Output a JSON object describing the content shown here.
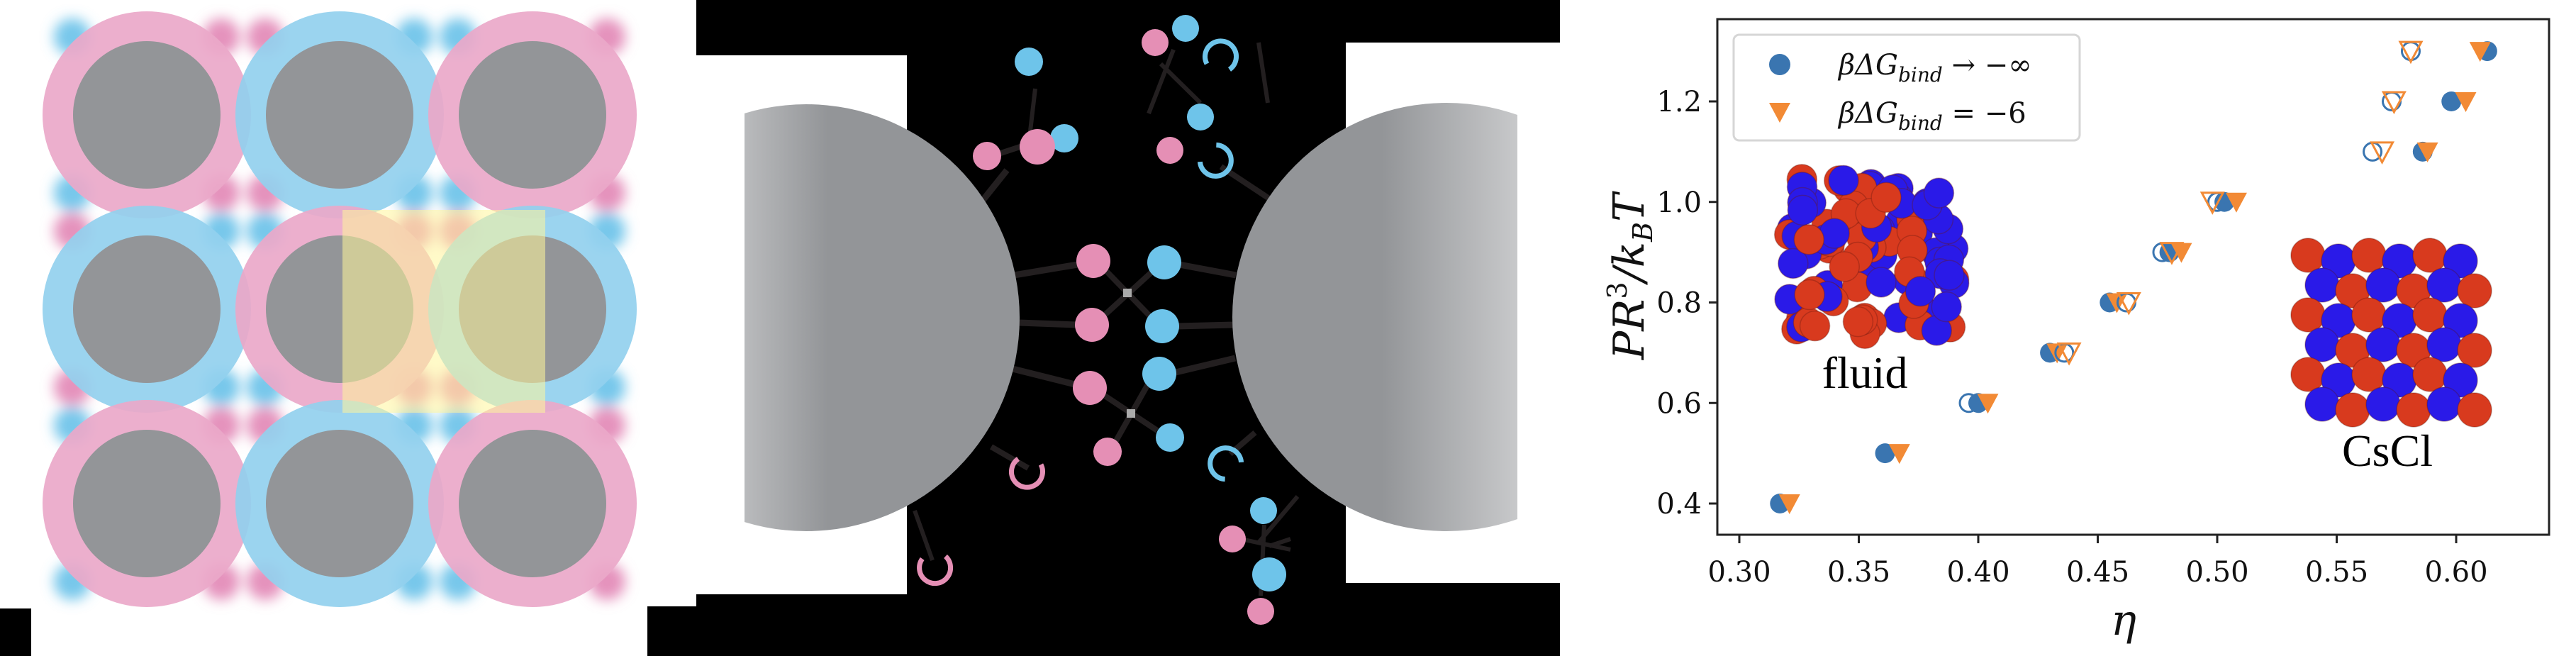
{
  "figure": {
    "panel_a": {
      "description": "3x3 lattice of colloids with pink/blue linker shells and highlighted unit cell",
      "grid": {
        "columns_x": [
          207,
          479,
          751
        ],
        "rows_y": [
          162,
          436,
          710
        ],
        "shell_colors": [
          [
            "pink",
            "blue",
            "pink"
          ],
          [
            "blue",
            "pink",
            "blue"
          ],
          [
            "pink",
            "blue",
            "pink"
          ]
        ]
      },
      "colors": {
        "pink": "#eaa8c9",
        "blue": "#92d0ee",
        "core": "#939598",
        "highlight": "#fff59a"
      }
    },
    "panel_b": {
      "description": "Two colloids bridged by complementary linkers",
      "colors": {
        "pink": "#e58fb5",
        "blue": "#6ec4ea",
        "core": "#939598",
        "bond": "#231f20",
        "background": "#000000"
      }
    },
    "panel_c": {
      "legend": [
        {
          "marker": "circle",
          "color": "#3a75b0",
          "label": "βΔG",
          "sub": "bind",
          "suffix": " → −∞"
        },
        {
          "marker": "triangle-down",
          "color": "#f28a35",
          "label": "βΔG",
          "sub": "bind",
          "suffix": " = −6"
        }
      ],
      "insets": [
        {
          "label": "fluid"
        },
        {
          "label": "CsCl"
        }
      ],
      "ylabel_main": "PR",
      "ylabel_sup": "3",
      "ylabel_rest": "/k",
      "ylabel_sub": "B",
      "ylabel_end": "T",
      "xlabel": "η"
    }
  },
  "chart_data": {
    "type": "scatter",
    "title": "",
    "xlabel": "η",
    "ylabel": "PR³/k_BT",
    "xlim": [
      0.291,
      0.639
    ],
    "ylim": [
      0.335,
      1.355
    ],
    "xticks": [
      "0.30",
      "0.35",
      "0.40",
      "0.45",
      "0.50",
      "0.55",
      "0.60"
    ],
    "yticks": [
      "0.4",
      "0.6",
      "0.8",
      "1.0",
      "1.2"
    ],
    "grid": false,
    "legend_position": "upper left",
    "series": [
      {
        "name": "βΔG_bind → −∞ (fluid, filled)",
        "marker": "circle",
        "filled": true,
        "color": "#3a75b0",
        "points": [
          [
            0.317,
            0.4
          ],
          [
            0.361,
            0.5
          ],
          [
            0.4,
            0.6
          ],
          [
            0.43,
            0.7
          ],
          [
            0.455,
            0.8
          ],
          [
            0.48,
            0.9
          ],
          [
            0.503,
            1.0
          ],
          [
            0.586,
            1.1
          ],
          [
            0.598,
            1.2
          ],
          [
            0.613,
            1.3
          ]
        ]
      },
      {
        "name": "βΔG_bind = −6 (fluid, filled)",
        "marker": "triangle-down",
        "filled": true,
        "color": "#f28a35",
        "points": [
          [
            0.321,
            0.4
          ],
          [
            0.367,
            0.5
          ],
          [
            0.404,
            0.6
          ],
          [
            0.433,
            0.7
          ],
          [
            0.458,
            0.8
          ],
          [
            0.485,
            0.9
          ],
          [
            0.508,
            1.0
          ],
          [
            0.588,
            1.1
          ],
          [
            0.604,
            1.2
          ],
          [
            0.61,
            1.3
          ]
        ]
      },
      {
        "name": "βΔG_bind → −∞ (CsCl, open)",
        "marker": "circle",
        "filled": false,
        "color": "#3a75b0",
        "points": [
          [
            0.396,
            0.6
          ],
          [
            0.436,
            0.7
          ],
          [
            0.462,
            0.8
          ],
          [
            0.477,
            0.9
          ],
          [
            0.5,
            1.0
          ],
          [
            0.565,
            1.1
          ],
          [
            0.573,
            1.2
          ],
          [
            0.581,
            1.3
          ]
        ]
      },
      {
        "name": "βΔG_bind = −6 (CsCl, open)",
        "marker": "triangle-down",
        "filled": false,
        "color": "#f28a35",
        "points": [
          [
            0.438,
            0.7
          ],
          [
            0.463,
            0.8
          ],
          [
            0.481,
            0.9
          ],
          [
            0.498,
            1.0
          ],
          [
            0.569,
            1.1
          ],
          [
            0.574,
            1.2
          ],
          [
            0.581,
            1.3
          ]
        ]
      }
    ],
    "annotations": [
      "fluid",
      "CsCl"
    ]
  }
}
